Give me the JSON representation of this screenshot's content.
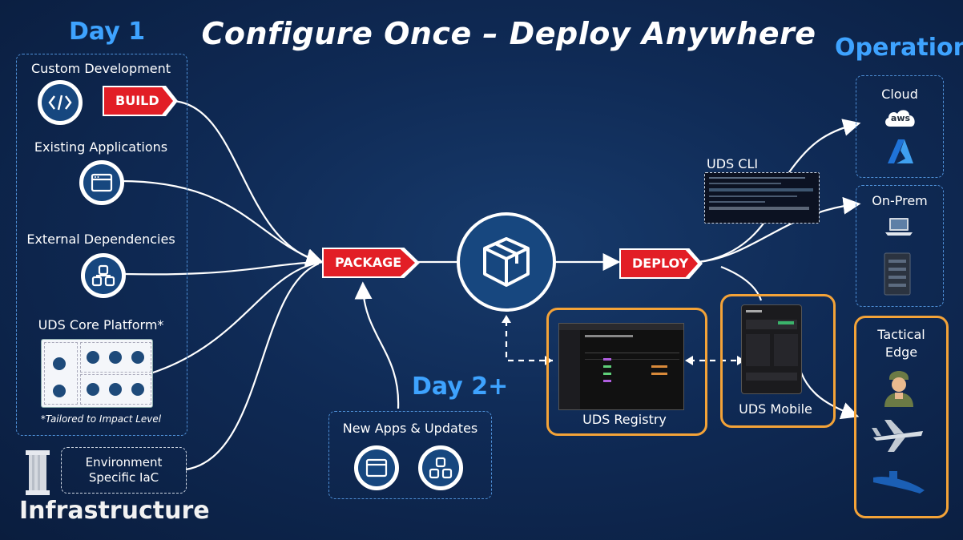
{
  "title": "Configure Once – Deploy Anywhere",
  "day1": {
    "header": "Day 1",
    "items": [
      "Custom Development",
      "Existing Applications",
      "External Dependencies",
      "UDS Core Platform*"
    ],
    "footnote": "*Tailored to Impact Level"
  },
  "infrastructure": {
    "header": "Infrastructure",
    "iac_label": "Environment Specific IaC"
  },
  "day2": {
    "header": "Day 2+",
    "box_label": "New Apps & Updates"
  },
  "tags": {
    "build": "BUILD",
    "package": "PACKAGE",
    "deploy": "DEPLOY"
  },
  "uds": {
    "cli": "UDS CLI",
    "registry": "UDS Registry",
    "mobile": "UDS Mobile"
  },
  "operations": {
    "header": "Operations",
    "cloud": "Cloud",
    "onprem": "On-Prem",
    "tactical_line1": "Tactical",
    "tactical_line2": "Edge",
    "aws": "aws"
  },
  "icons": [
    "code-icon",
    "window-icon",
    "dependency-icon",
    "box-icon",
    "azure-icon",
    "laptop-icon",
    "server-icon",
    "soldier-icon",
    "jet-icon",
    "submarine-icon",
    "pillar-icon"
  ]
}
